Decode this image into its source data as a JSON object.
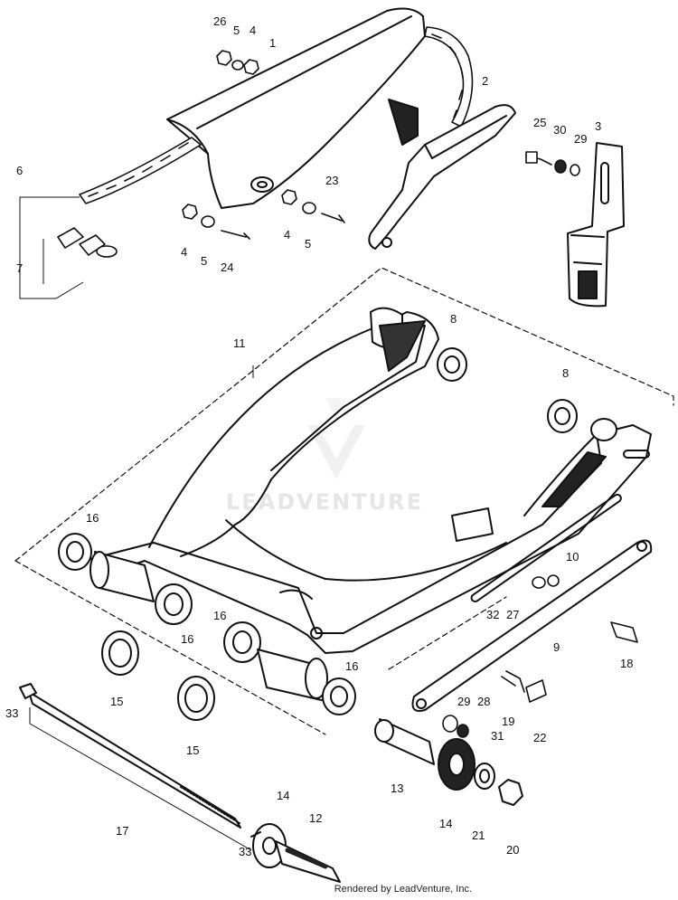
{
  "watermark": "LEADVENTURE",
  "credit": "Rendered by LeadVenture, Inc.",
  "callouts": {
    "c1": "1",
    "c2": "2",
    "c3": "3",
    "c4a": "4",
    "c4b": "4",
    "c4c": "4",
    "c5a": "5",
    "c5b": "5",
    "c5c": "5",
    "c6": "6",
    "c7": "7",
    "c8a": "8",
    "c8b": "8",
    "c9": "9",
    "c10": "10",
    "c11": "11",
    "c12": "12",
    "c13": "13",
    "c14a": "14",
    "c14b": "14",
    "c15a": "15",
    "c15b": "15",
    "c16a": "16",
    "c16b": "16",
    "c16c": "16",
    "c16d": "16",
    "c17": "17",
    "c18": "18",
    "c19": "19",
    "c20": "20",
    "c21": "21",
    "c22": "22",
    "c23": "23",
    "c24": "24",
    "c25": "25",
    "c26": "26",
    "c27": "27",
    "c28": "28",
    "c29a": "29",
    "c29b": "29",
    "c30": "30",
    "c31": "31",
    "c32": "32",
    "c33a": "33",
    "c33b": "33"
  }
}
